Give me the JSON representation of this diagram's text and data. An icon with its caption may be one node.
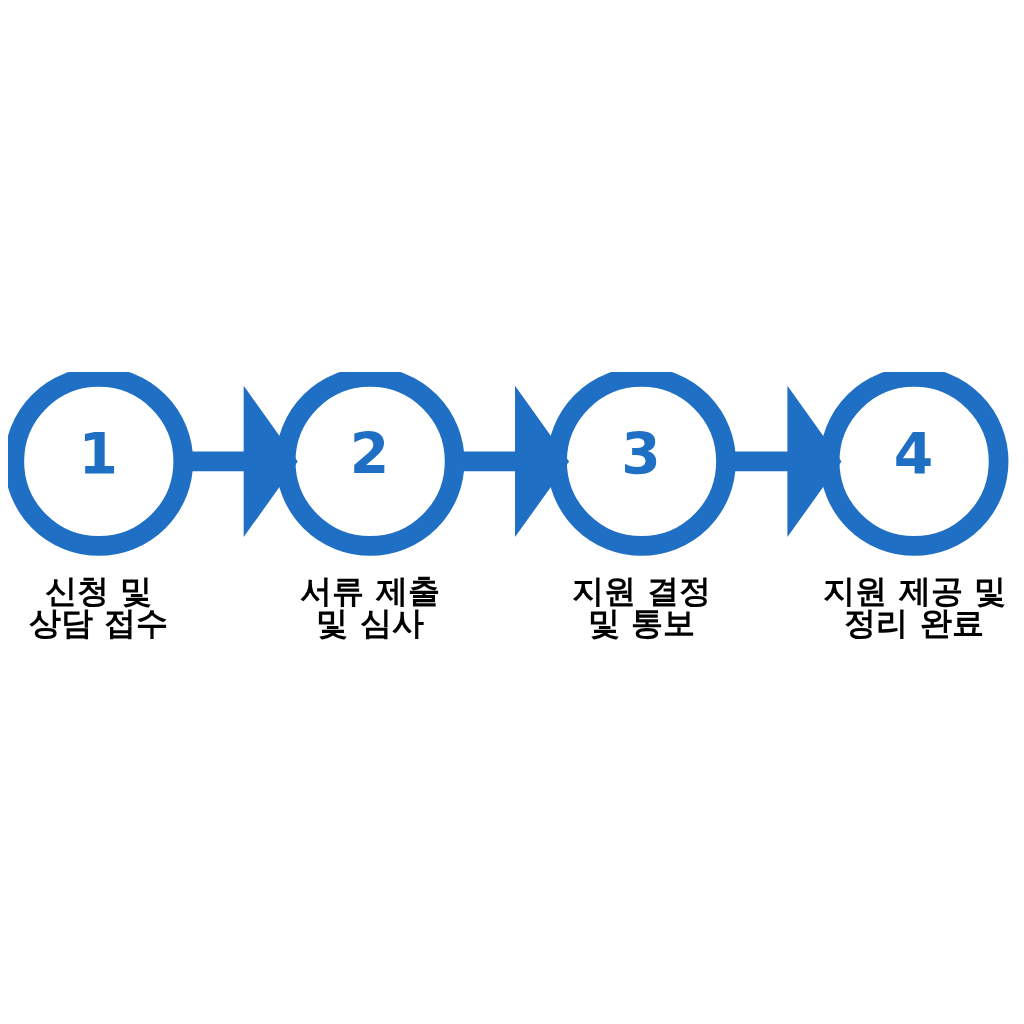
{
  "diagram": {
    "nodes": [
      {
        "text": [
          "1"
        ],
        "beside": [
          "신청 및 상담 접수"
        ]
      },
      {
        "text": [
          "2"
        ],
        "beside": [
          "서류 제출 및 심사"
        ]
      },
      {
        "text": [
          "3"
        ],
        "beside": [
          "지원 결정 및 통보"
        ]
      },
      {
        "text": [
          "4"
        ],
        "beside": [
          "지원 제공 및 정리 완료"
        ]
      }
    ],
    "edges": [
      {
        "from": 0,
        "to": 1,
        "arrow": "to"
      },
      {
        "from": 1,
        "to": 2,
        "arrow": "to"
      },
      {
        "from": 2,
        "to": 3,
        "arrow": "to"
      }
    ]
  }
}
